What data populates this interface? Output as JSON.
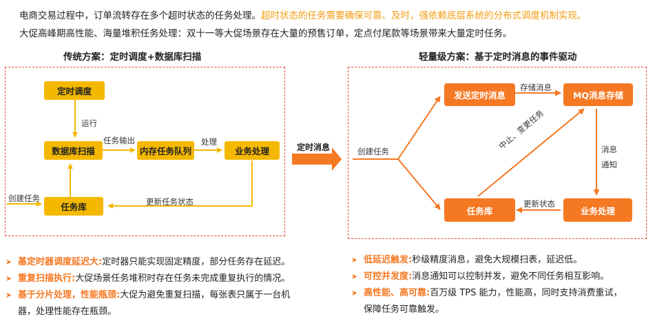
{
  "intro": {
    "line1_plain": "电商交易过程中，订单流转存在多个超时状态的任务处理。",
    "line1_highlight": "超时状态的任务需要确保可靠、及时，强依赖底层系统的分布式调度机制实现。",
    "line2": "大促高峰期高性能、海量堆积任务处理：双十一等大促场景存在大量的预售订单，定点付尾款等场景带来大量定时任务。"
  },
  "left": {
    "title": "传统方案：定时调度+数据库扫描",
    "boxes": {
      "scheduler": "定时调度",
      "db_scan": "数据库扫描",
      "memory_queue": "内存任务队列",
      "business": "业务处理",
      "task_db": "任务库"
    },
    "labels": {
      "run": "运行",
      "task_output": "任务输出",
      "process": "处理",
      "update_status": "更新任务状态",
      "create_task": "创建任务"
    },
    "bullets": [
      {
        "key": "基定时器调度延迟大:",
        "text": "定时器只能实现固定精度，部分任务存在延迟。"
      },
      {
        "key": "重复扫描执行:",
        "text": "大促场景任务堆积时存在任务未完成重复执行的情况。"
      },
      {
        "key": "基于分片处理，性能瓶颈:",
        "text": "大促为避免重复扫描，每张表只属于一台机"
      },
      {
        "key": "",
        "text": "器，处理性能存在瓶颈。"
      }
    ]
  },
  "center": {
    "label": "定时消息"
  },
  "right": {
    "title": "轻量级方案：基于定时消息的事件驱动",
    "boxes": {
      "send": "发送定时消息",
      "mq": "MQ消息存储",
      "task_db": "任务库",
      "business": "业务处理"
    },
    "labels": {
      "create_task": "创建任务",
      "store_msg": "存储消息",
      "notify_1": "消息",
      "notify_2": "通知",
      "update_status": "更新状态",
      "cancel_change": "中止、变更任务"
    },
    "bullets": [
      {
        "key": "低延迟触发:",
        "text": "秒级精度消息，避免大规模扫表，延迟低。"
      },
      {
        "key": "可控并发度:",
        "text": "消息通知可以控制并发，避免不同任务相互影响。"
      },
      {
        "key": "高性能、高可靠:",
        "text": "百万级 TPS 能力，性能高，同时支持消费重试，"
      },
      {
        "key": "",
        "text": "保障任务可靠触发。"
      }
    ]
  },
  "colors": {
    "yellow": "#f5b800",
    "orange": "#f57822",
    "frame": "#e04a3a"
  }
}
